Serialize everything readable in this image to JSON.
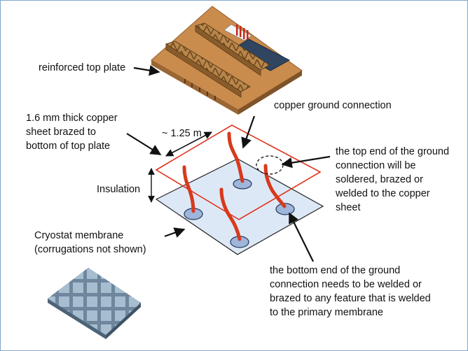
{
  "labels": {
    "top_plate": "reinforced top plate",
    "copper_sheet": [
      "1.6 mm thick copper",
      "sheet brazed to",
      "bottom of top plate"
    ],
    "ground_connection": "copper ground connection",
    "dimension": "~ 1.25 m",
    "insulation": "Insulation",
    "membrane": [
      "Cryostat membrane",
      "(corrugations not shown)"
    ],
    "top_end_note": [
      "the top end of the ground",
      "connection  will be",
      "soldered, brazed or",
      "welded to the copper",
      "sheet"
    ],
    "bottom_end_note": [
      "the bottom end of the ground",
      "connection needs to be welded or",
      "brazed to any feature that is welded",
      "to the primary membrane"
    ]
  },
  "colors": {
    "copper_outline": "#e0331c",
    "ground_rod": "#d8391c",
    "membrane_fill": "#dde8f6",
    "pad_fill": "#9fb6db",
    "plate_wood": "#c98c4d",
    "truss": "#a8793f",
    "blue_panel": "#2f4560",
    "grid_tile": "#a9bfd2",
    "frame_border": "#7fa7c9"
  }
}
